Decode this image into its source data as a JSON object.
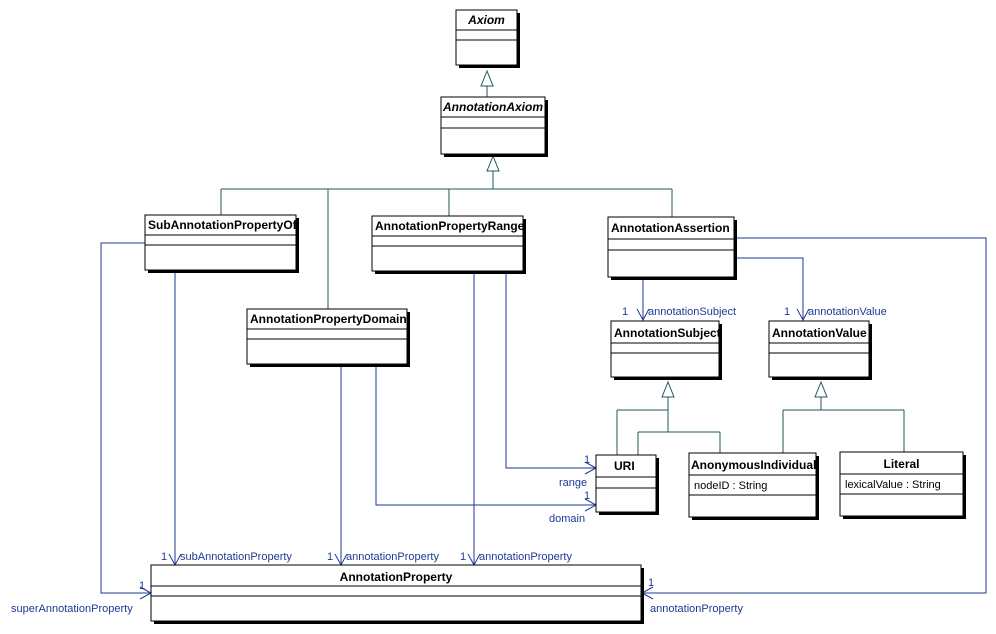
{
  "classes": {
    "axiom": {
      "name": "Axiom"
    },
    "annotation_axiom": {
      "name": "AnnotationAxiom"
    },
    "sub_annotation_property_of": {
      "name": "SubAnnotationPropertyOf"
    },
    "annotation_property_range": {
      "name": "AnnotationPropertyRange"
    },
    "annotation_assertion": {
      "name": "AnnotationAssertion"
    },
    "annotation_property_domain": {
      "name": "AnnotationPropertyDomain"
    },
    "annotation_subject": {
      "name": "AnnotationSubject"
    },
    "annotation_value": {
      "name": "AnnotationValue"
    },
    "uri": {
      "name": "URI"
    },
    "anonymous_individual": {
      "name": "AnonymousIndividual",
      "attribute": "nodeID : String"
    },
    "literal": {
      "name": "Literal",
      "attribute": "lexicalValue : String"
    },
    "annotation_property": {
      "name": "AnnotationProperty"
    }
  },
  "associations": {
    "annotation_subject": {
      "mult": "1",
      "role": "annotationSubject"
    },
    "annotation_value": {
      "mult": "1",
      "role": "annotationValue"
    },
    "range": {
      "mult": "1",
      "role": "range"
    },
    "domain": {
      "mult": "1",
      "role": "domain"
    },
    "sub_annotation_property": {
      "mult": "1",
      "role": "subAnnotationProperty"
    },
    "domain_annotation_property": {
      "mult": "1",
      "role": "annotationProperty"
    },
    "range_annotation_property": {
      "mult": "1",
      "role": "annotationProperty"
    },
    "super_annotation_property": {
      "mult": "1",
      "role": "superAnnotationProperty"
    },
    "assertion_annotation_property": {
      "mult": "1",
      "role": "annotationProperty"
    }
  }
}
